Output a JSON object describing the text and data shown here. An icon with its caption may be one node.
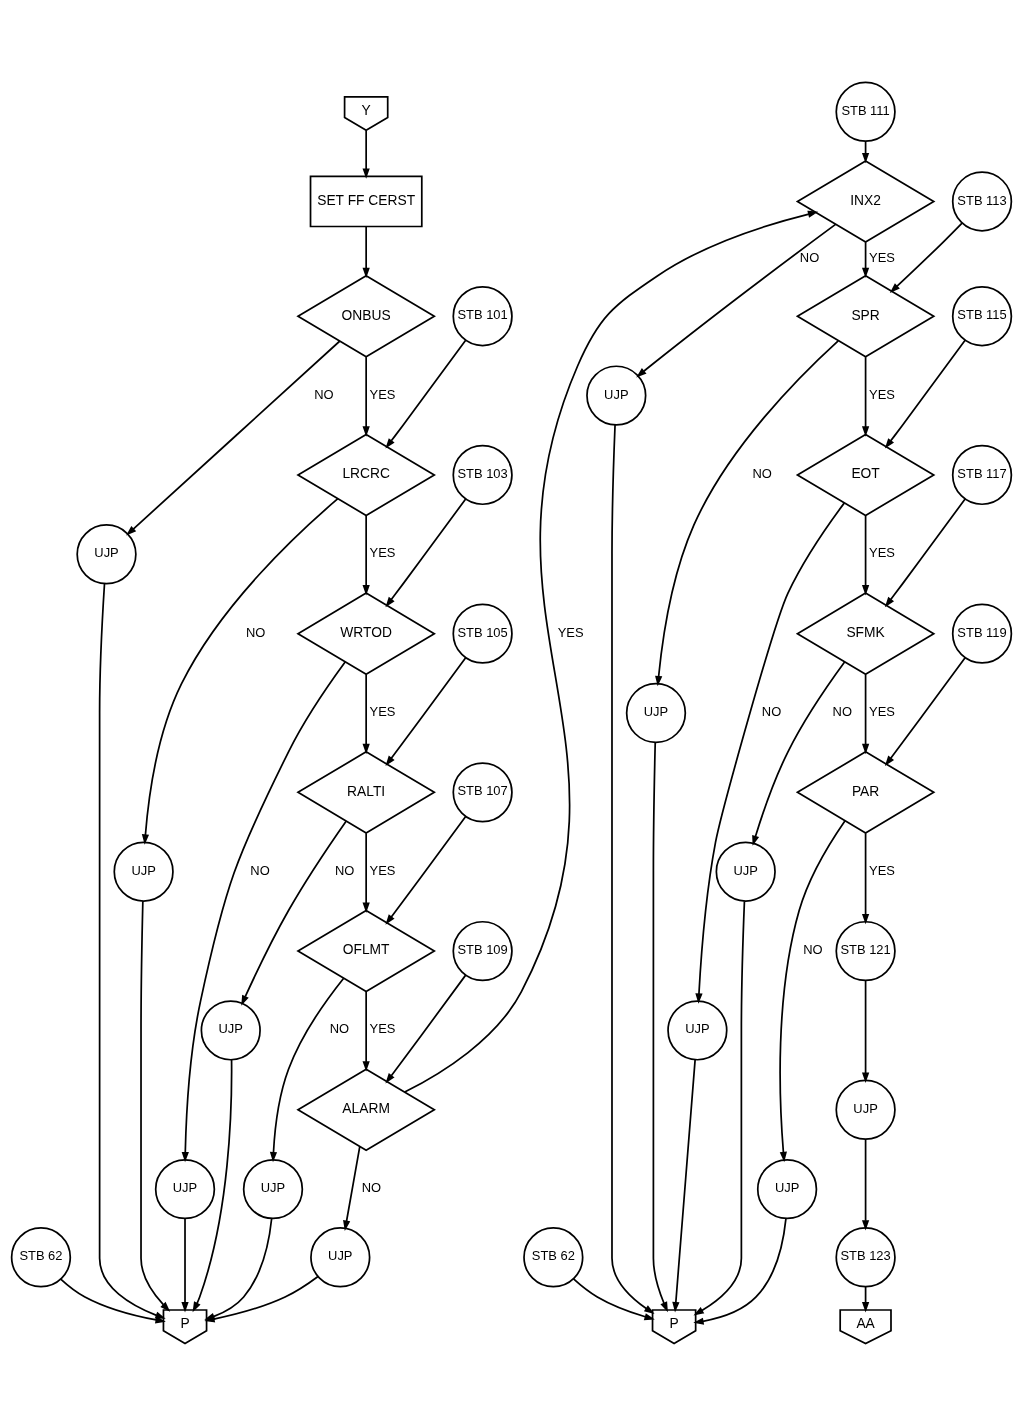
{
  "diagram": {
    "nodes": [
      {
        "text": [
          "Y"
        ]
      },
      {
        "text": [
          "SET FF CERST"
        ]
      },
      {
        "text": [
          "STB 62"
        ]
      },
      {
        "text": [
          "ONBUS"
        ]
      },
      {
        "text": [
          "UJP"
        ]
      },
      {
        "text": [
          "STB 101"
        ]
      },
      {
        "text": [
          "LRCRC"
        ]
      },
      {
        "text": [
          "UJP"
        ]
      },
      {
        "text": [
          "STB 103"
        ]
      },
      {
        "text": [
          "WRTOD"
        ]
      },
      {
        "text": [
          "UJP"
        ]
      },
      {
        "text": [
          "STB 105"
        ]
      },
      {
        "text": [
          "RALTI"
        ]
      },
      {
        "text": [
          "UJP"
        ]
      },
      {
        "text": [
          "STB 107"
        ]
      },
      {
        "text": [
          "OFLMT"
        ]
      },
      {
        "text": [
          "UJP"
        ]
      },
      {
        "text": [
          "STB 109"
        ]
      },
      {
        "text": [
          "ALARM"
        ]
      },
      {
        "text": [
          "UJP"
        ]
      },
      {
        "text": [
          "P"
        ]
      },
      {
        "text": [
          "STB 111"
        ]
      },
      {
        "text": [
          "STB 62"
        ]
      },
      {
        "text": [
          "INX2"
        ]
      },
      {
        "text": [
          "UJP"
        ]
      },
      {
        "text": [
          "STB 113"
        ]
      },
      {
        "text": [
          "SPR"
        ]
      },
      {
        "text": [
          "UJP"
        ]
      },
      {
        "text": [
          "STB 115"
        ]
      },
      {
        "text": [
          "EOT"
        ]
      },
      {
        "text": [
          "UJP"
        ]
      },
      {
        "text": [
          "STB 117"
        ]
      },
      {
        "text": [
          "SFMK"
        ]
      },
      {
        "text": [
          "UJP"
        ]
      },
      {
        "text": [
          "STB 119"
        ]
      },
      {
        "text": [
          "PAR"
        ]
      },
      {
        "text": [
          "UJP"
        ]
      },
      {
        "text": [
          "STB 121"
        ]
      },
      {
        "text": [
          "UJP"
        ]
      },
      {
        "text": [
          "STB 123"
        ]
      },
      {
        "text": [
          "P"
        ]
      },
      {
        "text": [
          "AA"
        ]
      }
    ],
    "edges": [
      {
        "from": 0,
        "to": 1,
        "arrow": "to"
      },
      {
        "from": 1,
        "to": 3,
        "arrow": "to"
      },
      {
        "from": 2,
        "to": 20,
        "arrow": "to"
      },
      {
        "from": 3,
        "to": 4,
        "arrow": "to",
        "label": "NO"
      },
      {
        "from": 4,
        "to": 20,
        "arrow": "to"
      },
      {
        "from": 3,
        "to": 6,
        "arrow": "to",
        "label": "YES"
      },
      {
        "from": 5,
        "to": 6,
        "arrow": "to"
      },
      {
        "from": 6,
        "to": 7,
        "arrow": "to",
        "label": "NO"
      },
      {
        "from": 7,
        "to": 20,
        "arrow": "to"
      },
      {
        "from": 6,
        "to": 9,
        "arrow": "to",
        "label": "YES"
      },
      {
        "from": 8,
        "to": 9,
        "arrow": "to"
      },
      {
        "from": 9,
        "to": 10,
        "arrow": "to",
        "label": "NO"
      },
      {
        "from": 10,
        "to": 20,
        "arrow": "to"
      },
      {
        "from": 9,
        "to": 12,
        "arrow": "to",
        "label": "YES"
      },
      {
        "from": 11,
        "to": 12,
        "arrow": "to"
      },
      {
        "from": 12,
        "to": 13,
        "arrow": "to",
        "label": "NO"
      },
      {
        "from": 13,
        "to": 20,
        "arrow": "to"
      },
      {
        "from": 12,
        "to": 15,
        "arrow": "to",
        "label": "YES"
      },
      {
        "from": 14,
        "to": 15,
        "arrow": "to"
      },
      {
        "from": 15,
        "to": 16,
        "arrow": "to",
        "label": "NO"
      },
      {
        "from": 16,
        "to": 20,
        "arrow": "to"
      },
      {
        "from": 15,
        "to": 18,
        "arrow": "to",
        "label": "YES"
      },
      {
        "from": 17,
        "to": 18,
        "arrow": "to"
      },
      {
        "from": 18,
        "to": 19,
        "arrow": "to",
        "label": "NO"
      },
      {
        "from": 19,
        "to": 20,
        "arrow": "to"
      },
      {
        "from": 18,
        "to": 23,
        "arrow": "to",
        "label": "YES"
      },
      {
        "from": 21,
        "to": 23,
        "arrow": "to"
      },
      {
        "from": 22,
        "to": 40,
        "arrow": "to"
      },
      {
        "from": 23,
        "to": 24,
        "arrow": "to",
        "label": "NO"
      },
      {
        "from": 24,
        "to": 40,
        "arrow": "to"
      },
      {
        "from": 23,
        "to": 26,
        "arrow": "to",
        "label": "YES"
      },
      {
        "from": 25,
        "to": 26,
        "arrow": "to"
      },
      {
        "from": 26,
        "to": 27,
        "arrow": "to",
        "label": "NO"
      },
      {
        "from": 27,
        "to": 40,
        "arrow": "to"
      },
      {
        "from": 26,
        "to": 29,
        "arrow": "to",
        "label": "YES"
      },
      {
        "from": 28,
        "to": 29,
        "arrow": "to"
      },
      {
        "from": 29,
        "to": 30,
        "arrow": "to",
        "label": "NO"
      },
      {
        "from": 30,
        "to": 40,
        "arrow": "to"
      },
      {
        "from": 29,
        "to": 32,
        "arrow": "to",
        "label": "YES"
      },
      {
        "from": 31,
        "to": 32,
        "arrow": "to"
      },
      {
        "from": 32,
        "to": 33,
        "arrow": "to",
        "label": "NO"
      },
      {
        "from": 33,
        "to": 40,
        "arrow": "to"
      },
      {
        "from": 32,
        "to": 35,
        "arrow": "to",
        "label": "YES"
      },
      {
        "from": 34,
        "to": 35,
        "arrow": "to"
      },
      {
        "from": 35,
        "to": 36,
        "arrow": "to",
        "label": "NO"
      },
      {
        "from": 36,
        "to": 40,
        "arrow": "to"
      },
      {
        "from": 35,
        "to": 37,
        "arrow": "to",
        "label": "YES"
      },
      {
        "from": 37,
        "to": 38,
        "arrow": "to"
      },
      {
        "from": 38,
        "to": 39,
        "arrow": "to"
      },
      {
        "from": 39,
        "to": 41,
        "arrow": "to"
      }
    ]
  }
}
